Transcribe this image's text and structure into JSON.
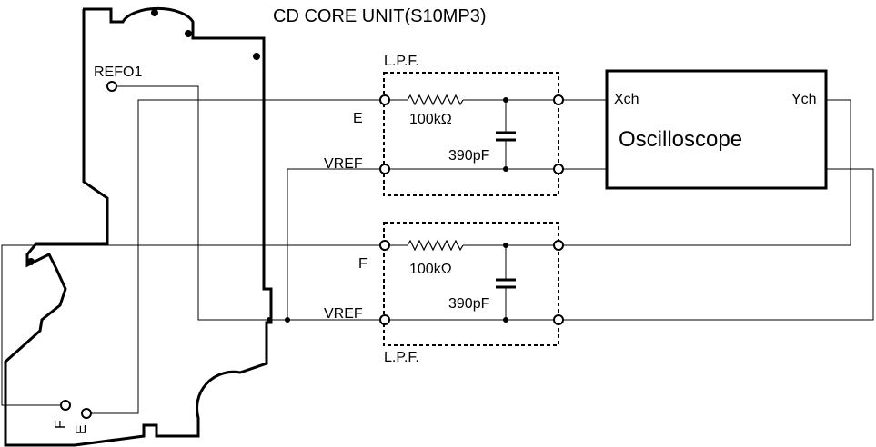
{
  "title": "CD CORE UNIT(S10MP3)",
  "board": {
    "refo_label": "REFO1",
    "f_pin_label": "F",
    "e_pin_label": "E"
  },
  "filters": [
    {
      "header": "L.P.F.",
      "input_label": "E",
      "ref_label": "VREF",
      "resistor_value": "100kΩ",
      "capacitor_value": "390pF"
    },
    {
      "header": "L.P.F.",
      "input_label": "F",
      "ref_label": "VREF",
      "resistor_value": "100kΩ",
      "capacitor_value": "390pF"
    }
  ],
  "oscilloscope": {
    "name": "Oscilloscope",
    "xch_label": "Xch",
    "ych_label": "Ych"
  }
}
